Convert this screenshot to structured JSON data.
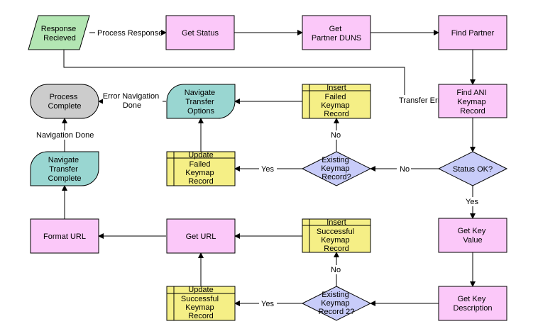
{
  "colors": {
    "process": "#fbc8f9",
    "start": "#b3e6b3",
    "dataop": "#f5ef86",
    "decision": "#c8ccf9",
    "subprocess": "#99d6d1",
    "end": "#cccccc",
    "line": "#000000"
  },
  "nodes": {
    "response_recieved": [
      "Response",
      "Recieved"
    ],
    "get_status": [
      "Get Status"
    ],
    "get_partner_duns": [
      "Get",
      "Partner DUNS"
    ],
    "find_partner": [
      "Find Partner"
    ],
    "find_ani_keymap": [
      "Find ANI",
      "Keymap",
      "Record"
    ],
    "status_ok": [
      "Status OK?"
    ],
    "get_key_value": [
      "Get Key",
      "Value"
    ],
    "get_key_description": [
      "Get Key",
      "Description"
    ],
    "existing_keymap_2": [
      "Existing",
      "Keymap",
      "Record 2?"
    ],
    "update_successful": {
      "title": "Update",
      "body": [
        "Successful",
        "Keymap",
        "Record"
      ]
    },
    "insert_successful": {
      "title": "Insert",
      "body": [
        "Successful",
        "Keymap",
        "Record"
      ]
    },
    "get_url": [
      "Get URL"
    ],
    "format_url": [
      "Format URL"
    ],
    "navigate_transfer_complete": [
      "Navigate",
      "Transfer",
      "Complete"
    ],
    "process_complete": [
      "Process",
      "Complete"
    ],
    "navigate_transfer_options": [
      "Navigate",
      "Transfer",
      "Options"
    ],
    "insert_failed": {
      "title": "Insert",
      "body": [
        "Failed",
        "Keymap",
        "Record"
      ]
    },
    "existing_keymap": [
      "Existing",
      "Keymap",
      "Record?"
    ],
    "update_failed": {
      "title": "Update",
      "body": [
        "Failed",
        "Keymap",
        "Record"
      ]
    }
  },
  "edges": {
    "process_response": "Process Response",
    "transfer_error": "Transfer Error",
    "no_status": "No",
    "yes_status": "Yes",
    "yes_existing": "Yes",
    "no_existing": "No",
    "error_navigation_done": [
      "Error Navigation",
      "Done"
    ],
    "navigation_done": "Navigation Done",
    "yes_existing_2": "Yes",
    "no_existing_2": "No"
  }
}
